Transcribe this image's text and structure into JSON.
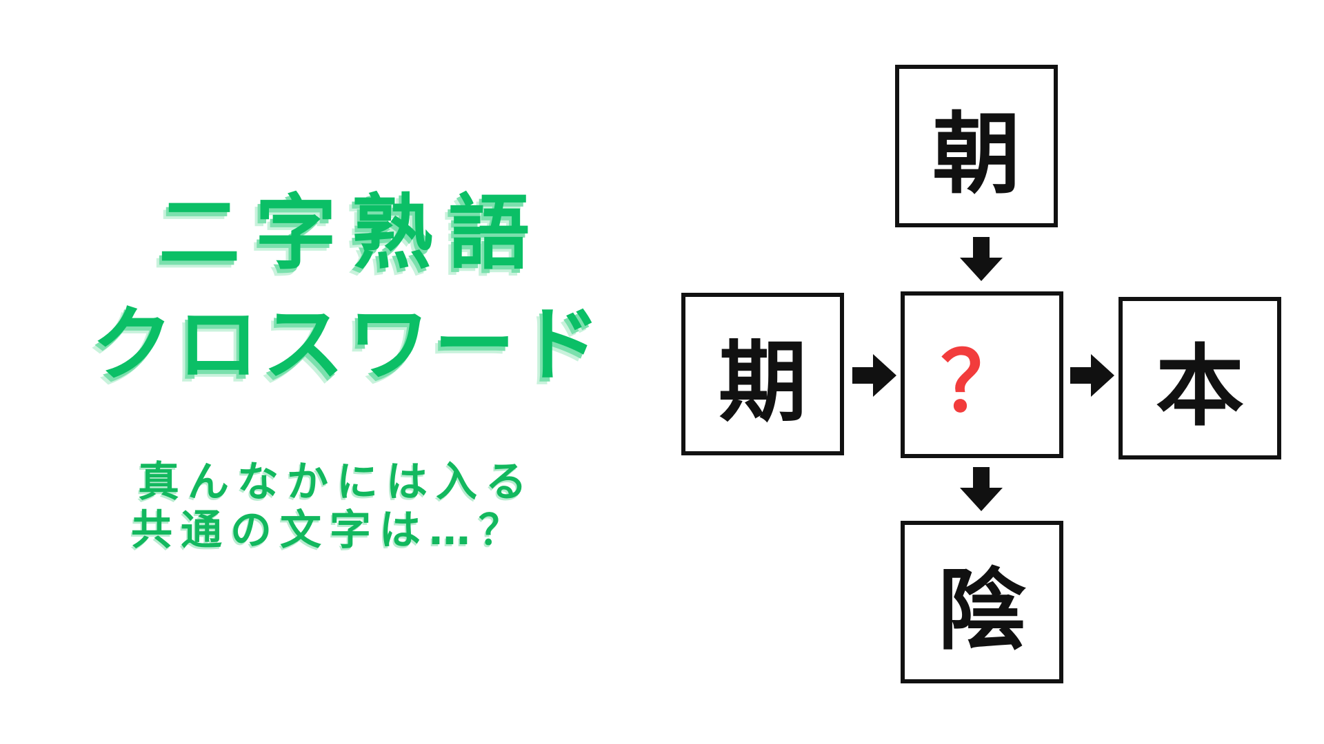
{
  "title": {
    "line1": "二字熟語",
    "line2": "クロスワード"
  },
  "subtitle": {
    "line1": "真んなかには入る",
    "line2": "共通の文字は…？"
  },
  "puzzle": {
    "top": "朝",
    "left": "期",
    "center": "？",
    "right": "本",
    "bottom": "陰"
  },
  "colors": {
    "title_green": "#0bbf66",
    "question_red": "#f23c3c",
    "border_black": "#111111"
  },
  "icons": {
    "arrow_top": "arrow-down-icon",
    "arrow_left": "arrow-right-icon",
    "arrow_right": "arrow-right-icon",
    "arrow_bottom": "arrow-down-icon"
  }
}
